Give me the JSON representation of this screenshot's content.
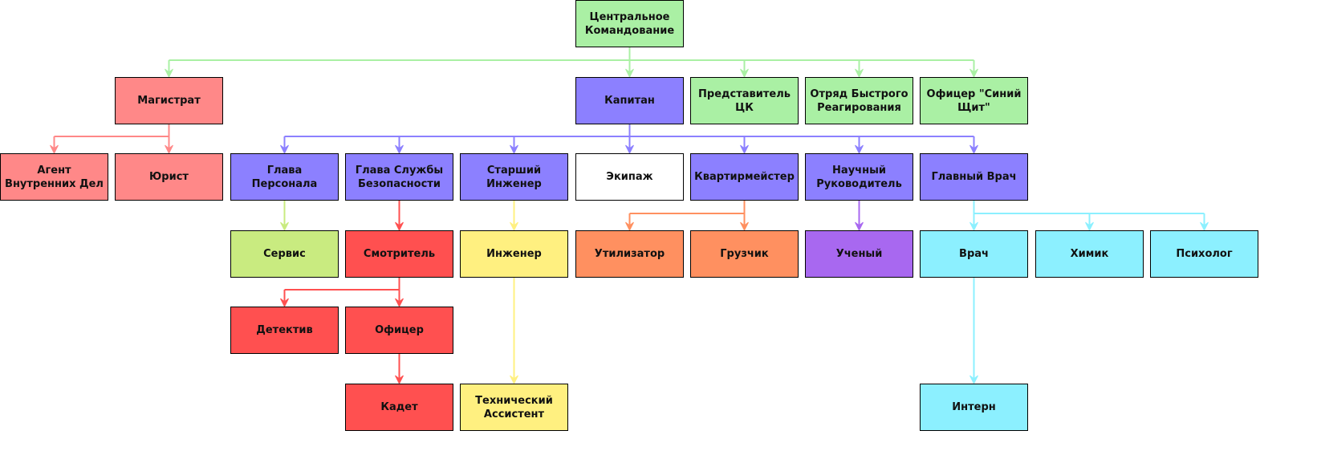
{
  "title": "Организационная структура",
  "palette": {
    "command": "#aaf0a4",
    "magistrate": "#ff8888",
    "captain": "#8c80ff",
    "crew": "#ffffff",
    "service": "#c9eb80",
    "security": "#ff5050",
    "engineering": "#fff080",
    "cargo": "#ff9060",
    "science": "#a868f0",
    "medical": "#8cf0ff"
  },
  "nodes": [
    {
      "id": "central_command",
      "label": "Центральное\nКомандование",
      "col": 5,
      "row": 0,
      "group": "command"
    },
    {
      "id": "magistrate",
      "label": "Магистрат",
      "col": 1,
      "row": 1,
      "group": "magistrate"
    },
    {
      "id": "captain",
      "label": "Капитан",
      "col": 5,
      "row": 1,
      "group": "captain"
    },
    {
      "id": "cc_rep",
      "label": "Представитель\nЦК",
      "col": 6,
      "row": 1,
      "group": "command"
    },
    {
      "id": "rapid_response",
      "label": "Отряд Быстрого\nРеагирования",
      "col": 7,
      "row": 1,
      "group": "command"
    },
    {
      "id": "blueshield",
      "label": "Офицер \"Синий\nЩит\"",
      "col": 8,
      "row": 1,
      "group": "command"
    },
    {
      "id": "internal_affairs",
      "label": "Агент\nВнутренних Дел",
      "col": 0,
      "row": 2,
      "group": "magistrate"
    },
    {
      "id": "lawyer",
      "label": "Юрист",
      "col": 1,
      "row": 2,
      "group": "magistrate"
    },
    {
      "id": "hop",
      "label": "Глава\nПерсонала",
      "col": 2,
      "row": 2,
      "group": "captain"
    },
    {
      "id": "hos",
      "label": "Глава Службы\nБезопасности",
      "col": 3,
      "row": 2,
      "group": "captain"
    },
    {
      "id": "ce",
      "label": "Старший\nИнженер",
      "col": 4,
      "row": 2,
      "group": "captain"
    },
    {
      "id": "crew",
      "label": "Экипаж",
      "col": 5,
      "row": 2,
      "group": "crew"
    },
    {
      "id": "qm",
      "label": "Квартирмейстер",
      "col": 6,
      "row": 2,
      "group": "captain"
    },
    {
      "id": "rd",
      "label": "Научный\nРуководитель",
      "col": 7,
      "row": 2,
      "group": "captain"
    },
    {
      "id": "cmo",
      "label": "Главный Врач",
      "col": 8,
      "row": 2,
      "group": "captain"
    },
    {
      "id": "service",
      "label": "Сервис",
      "col": 2,
      "row": 3,
      "group": "service"
    },
    {
      "id": "warden",
      "label": "Смотритель",
      "col": 3,
      "row": 3,
      "group": "security"
    },
    {
      "id": "engineer",
      "label": "Инженер",
      "col": 4,
      "row": 3,
      "group": "engineering"
    },
    {
      "id": "recycler",
      "label": "Утилизатор",
      "col": 5,
      "row": 3,
      "group": "cargo"
    },
    {
      "id": "cargo_tech",
      "label": "Грузчик",
      "col": 6,
      "row": 3,
      "group": "cargo"
    },
    {
      "id": "scientist",
      "label": "Ученый",
      "col": 7,
      "row": 3,
      "group": "science"
    },
    {
      "id": "doctor",
      "label": "Врач",
      "col": 8,
      "row": 3,
      "group": "medical"
    },
    {
      "id": "chemist",
      "label": "Химик",
      "col": 9,
      "row": 3,
      "group": "medical"
    },
    {
      "id": "psychologist",
      "label": "Психолог",
      "col": 10,
      "row": 3,
      "group": "medical"
    },
    {
      "id": "detective",
      "label": "Детектив",
      "col": 2,
      "row": 4,
      "group": "security"
    },
    {
      "id": "officer",
      "label": "Офицер",
      "col": 3,
      "row": 4,
      "group": "security"
    },
    {
      "id": "cadet",
      "label": "Кадет",
      "col": 3,
      "row": 5,
      "group": "security"
    },
    {
      "id": "tech_assistant",
      "label": "Технический\nАссистент",
      "col": 4,
      "row": 5,
      "group": "engineering"
    },
    {
      "id": "intern",
      "label": "Интерн",
      "col": 8,
      "row": 5,
      "group": "medical"
    }
  ],
  "edges": [
    {
      "from": "central_command",
      "to": [
        "magistrate",
        "captain",
        "cc_rep",
        "rapid_response",
        "blueshield"
      ],
      "color_group": "command"
    },
    {
      "from": "magistrate",
      "to": [
        "internal_affairs",
        "lawyer"
      ],
      "color_group": "magistrate"
    },
    {
      "from": "captain",
      "to": [
        "hop",
        "hos",
        "ce",
        "crew",
        "qm",
        "rd",
        "cmo"
      ],
      "color_group": "captain"
    },
    {
      "from": "hop",
      "to": [
        "service"
      ],
      "color_group": "service"
    },
    {
      "from": "hos",
      "to": [
        "warden"
      ],
      "color_group": "security"
    },
    {
      "from": "ce",
      "to": [
        "engineer"
      ],
      "color_group": "engineering"
    },
    {
      "from": "qm",
      "to": [
        "recycler",
        "cargo_tech"
      ],
      "color_group": "cargo"
    },
    {
      "from": "rd",
      "to": [
        "scientist"
      ],
      "color_group": "science"
    },
    {
      "from": "cmo",
      "to": [
        "doctor",
        "chemist",
        "psychologist"
      ],
      "color_group": "medical"
    },
    {
      "from": "warden",
      "to": [
        "detective",
        "officer"
      ],
      "color_group": "security"
    },
    {
      "from": "officer",
      "to": [
        "cadet"
      ],
      "color_group": "security"
    },
    {
      "from": "engineer",
      "to": [
        "tech_assistant"
      ],
      "color_group": "engineering"
    },
    {
      "from": "doctor",
      "to": [
        "intern"
      ],
      "color_group": "medical"
    }
  ]
}
